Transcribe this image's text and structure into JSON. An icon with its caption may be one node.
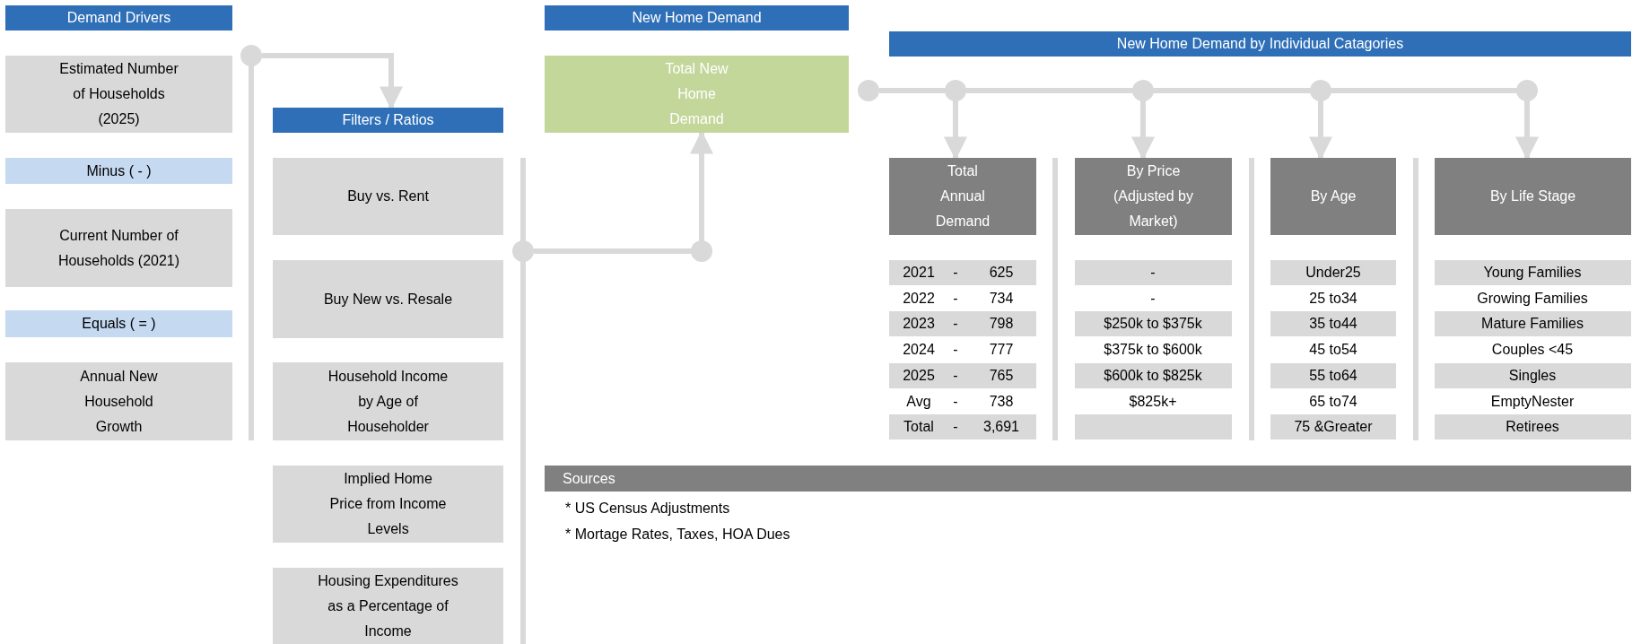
{
  "diagram": {
    "nodes": [
      {
        "text": [
          "Demand Drivers"
        ]
      },
      {
        "text": [
          "Estimated Number of Households (2025)"
        ]
      },
      {
        "text": [
          "Minus ( - )"
        ]
      },
      {
        "text": [
          "Current Number of Households (2021)"
        ]
      },
      {
        "text": [
          "Equals ( = )"
        ]
      },
      {
        "text": [
          "Annual New Household Growth"
        ]
      },
      {
        "text": [],
        "shape": "circle"
      },
      {
        "text": [
          "Filters / Ratios"
        ]
      },
      {
        "text": [
          "Buy vs. Rent"
        ]
      },
      {
        "text": [
          "Buy New vs. Resale"
        ]
      },
      {
        "text": [
          "Household Income by Age of Householder"
        ]
      },
      {
        "text": [
          "Implied Home Price from Income Levels"
        ]
      },
      {
        "text": [
          "Housing Expenditures as a Percentage of Income"
        ]
      },
      {
        "text": [],
        "shape": "circle"
      },
      {
        "text": [
          "New Home Demand"
        ]
      },
      {
        "text": [
          "Total New Home Demand"
        ]
      },
      {
        "text": [
          "New Home Demand by Individual Catagories"
        ]
      },
      {
        "text": [],
        "shape": "circle"
      },
      {
        "text": [
          "Total Annual Demand"
        ]
      },
      {
        "text": [
          "By Price (Adjusted by Market)"
        ]
      },
      {
        "text": [
          "By Age"
        ]
      },
      {
        "text": [
          "By Life Stage"
        ]
      },
      {
        "text": [
          "Sources"
        ]
      }
    ],
    "edges": [
      {
        "from": 6,
        "to": 7,
        "arrow": "to"
      },
      {
        "from": 13,
        "to": 15,
        "arrow": "to"
      },
      {
        "from": 17,
        "to": 18,
        "arrow": "to"
      },
      {
        "from": 17,
        "to": 19,
        "arrow": "to"
      },
      {
        "from": 17,
        "to": 20,
        "arrow": "to"
      },
      {
        "from": 17,
        "to": 21,
        "arrow": "to"
      }
    ],
    "labels": [
      "2021",
      "-",
      "625",
      "-",
      "Under25",
      "Young Families",
      "2022",
      "-",
      "734",
      "-",
      "25 to34",
      "Growing Families",
      "2023",
      "-",
      "798",
      "$250k to $375k",
      "35 to44",
      "Mature Families",
      "2024",
      "-",
      "777",
      "$375k to $600k",
      "45 to54",
      "Couples <45",
      "2025",
      "-",
      "765",
      "$600k to $825k",
      "55 to64",
      "Singles",
      "Avg",
      "-",
      "738",
      "$825k+",
      "65 to74",
      "EmptyNester",
      "Total",
      "-",
      "3,691",
      "75 &Greater",
      "Retirees",
      "* US Census Adjustments",
      "* Mortage Rates, Taxes, HOA Dues"
    ]
  }
}
